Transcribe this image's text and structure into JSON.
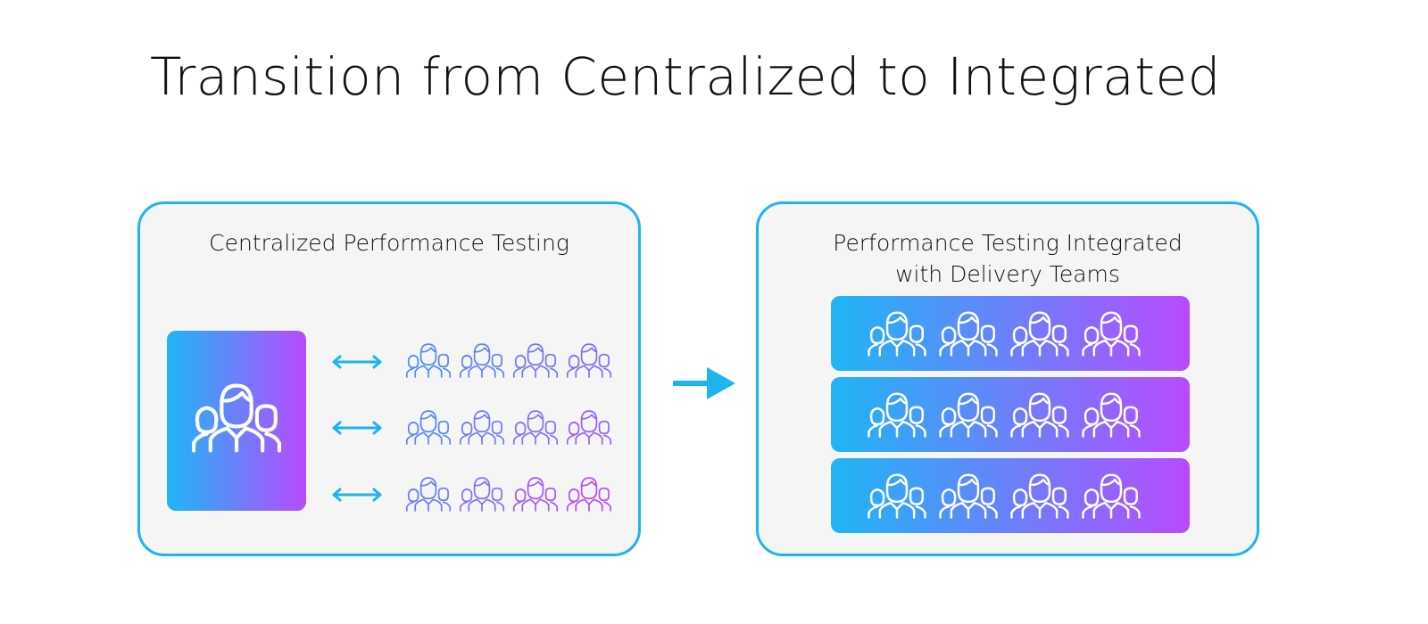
{
  "title": "Transition from Centralized to Integrated",
  "colors": {
    "accent_blue": "#1eb4f0",
    "gradient_start": "#1eb6f5",
    "gradient_end": "#b84bff",
    "panel_background": "#f5f5f5"
  },
  "left_panel": {
    "title": "Centralized Performance Testing",
    "central_team_icon": "team-icon",
    "connector_icon": "double-arrow-icon",
    "rows": 3,
    "teams_per_row": 4
  },
  "transition_icon": "right-arrow-icon",
  "right_panel": {
    "title_line1": "Performance Testing Integrated",
    "title_line2": "with Delivery Teams",
    "bands": 3,
    "teams_per_band": 4
  }
}
